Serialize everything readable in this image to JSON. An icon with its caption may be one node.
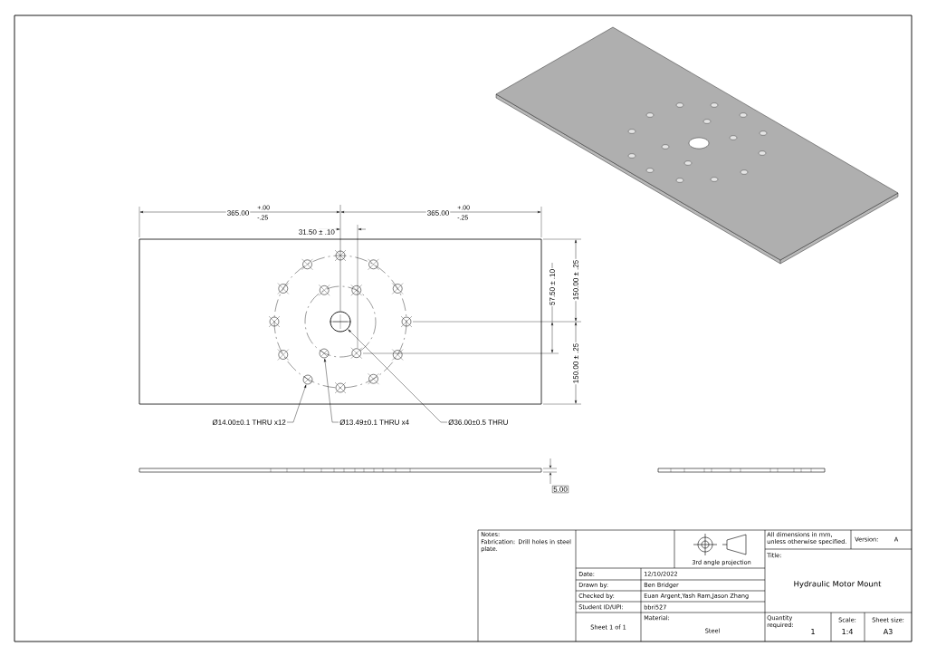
{
  "diagram": {
    "nodes": [
      {
        "text": [
          "Ø14.00±0.1 THRU x12"
        ]
      },
      {
        "text": [
          "Ø13.49±0.1 THRU x4"
        ]
      },
      {
        "text": [
          "Ø36.00±0.5 THRU"
        ]
      },
      {
        "text": [],
        "shape": "circle"
      },
      {
        "text": [],
        "shape": "circle"
      },
      {
        "text": [],
        "shape": "circle"
      }
    ],
    "edges": [
      {
        "from": 0,
        "to": 3,
        "arrow": "to"
      },
      {
        "from": 1,
        "to": 4,
        "arrow": "to"
      },
      {
        "from": 2,
        "to": 5,
        "arrow": "to"
      }
    ],
    "labels": [
      "365.00",
      "+.00",
      "-.25",
      "365.00",
      "+.00",
      "-.25",
      "31.50 ± .10",
      "57.50 ± .10",
      "150.00 ± .25",
      "150.00 ± .25",
      "5.00",
      "Notes:",
      "Fabrication: Drill holes in steel plate.",
      "3rd angle projection",
      "All dimensions in mm, unless otherwise specified.",
      "Version:",
      "A",
      "Title:",
      "Date:",
      "12/10/2022",
      "Drawn by:",
      "Ben Bridger",
      "Checked by:",
      "Euan Argent,Yash Ram,Jason Zhang",
      "Student ID/UPI:",
      "bbri527",
      "Hydraulic Motor Mount",
      "Sheet 1 of 1",
      "Material:",
      "Steel",
      "Quantity required:",
      "1",
      "Scale:",
      "1:4",
      "Sheet size:",
      "A3"
    ]
  }
}
